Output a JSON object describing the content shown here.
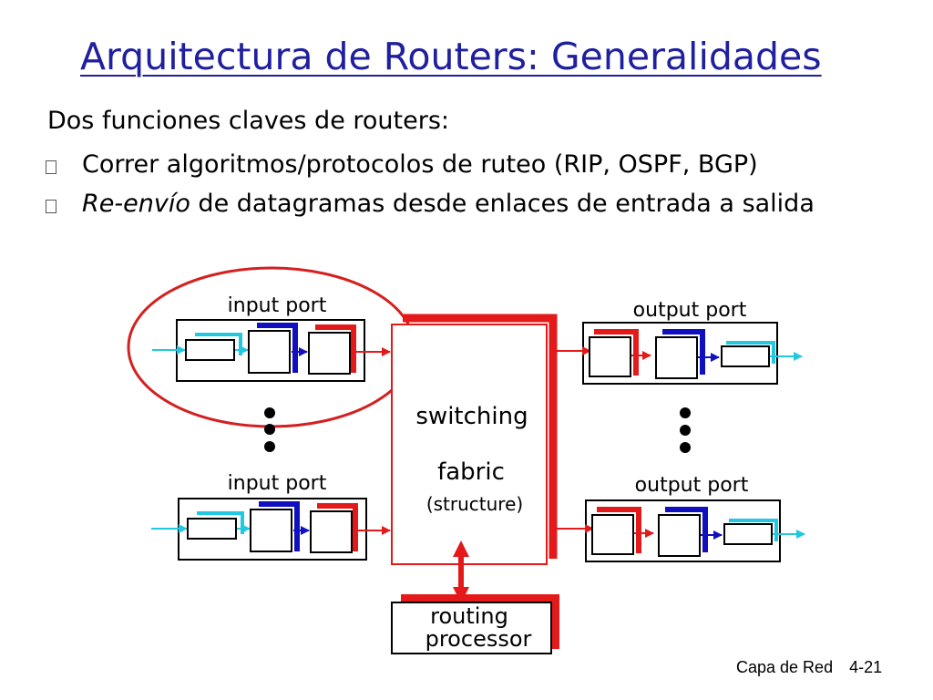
{
  "slide": {
    "title": "Arquitectura de Routers: Generalidades",
    "intro": "Dos funciones claves de routers:",
    "bullets": [
      {
        "text": "Correr algoritmos/protocolos de ruteo (RIP, OSPF, BGP)"
      },
      {
        "italic": "Re-envío",
        "text": " de datagramas desde enlaces de entrada a salida"
      }
    ]
  },
  "diagram": {
    "input_port_top": "input port",
    "input_port_bottom": "input port",
    "output_port_top": "output port",
    "output_port_bottom": "output port",
    "fabric_line1": "switching",
    "fabric_line2": "fabric",
    "fabric_line3": "(structure)",
    "routing_line1": "routing",
    "routing_line2": "processor"
  },
  "footer": {
    "section": "Capa de Red",
    "page": "4-21"
  }
}
